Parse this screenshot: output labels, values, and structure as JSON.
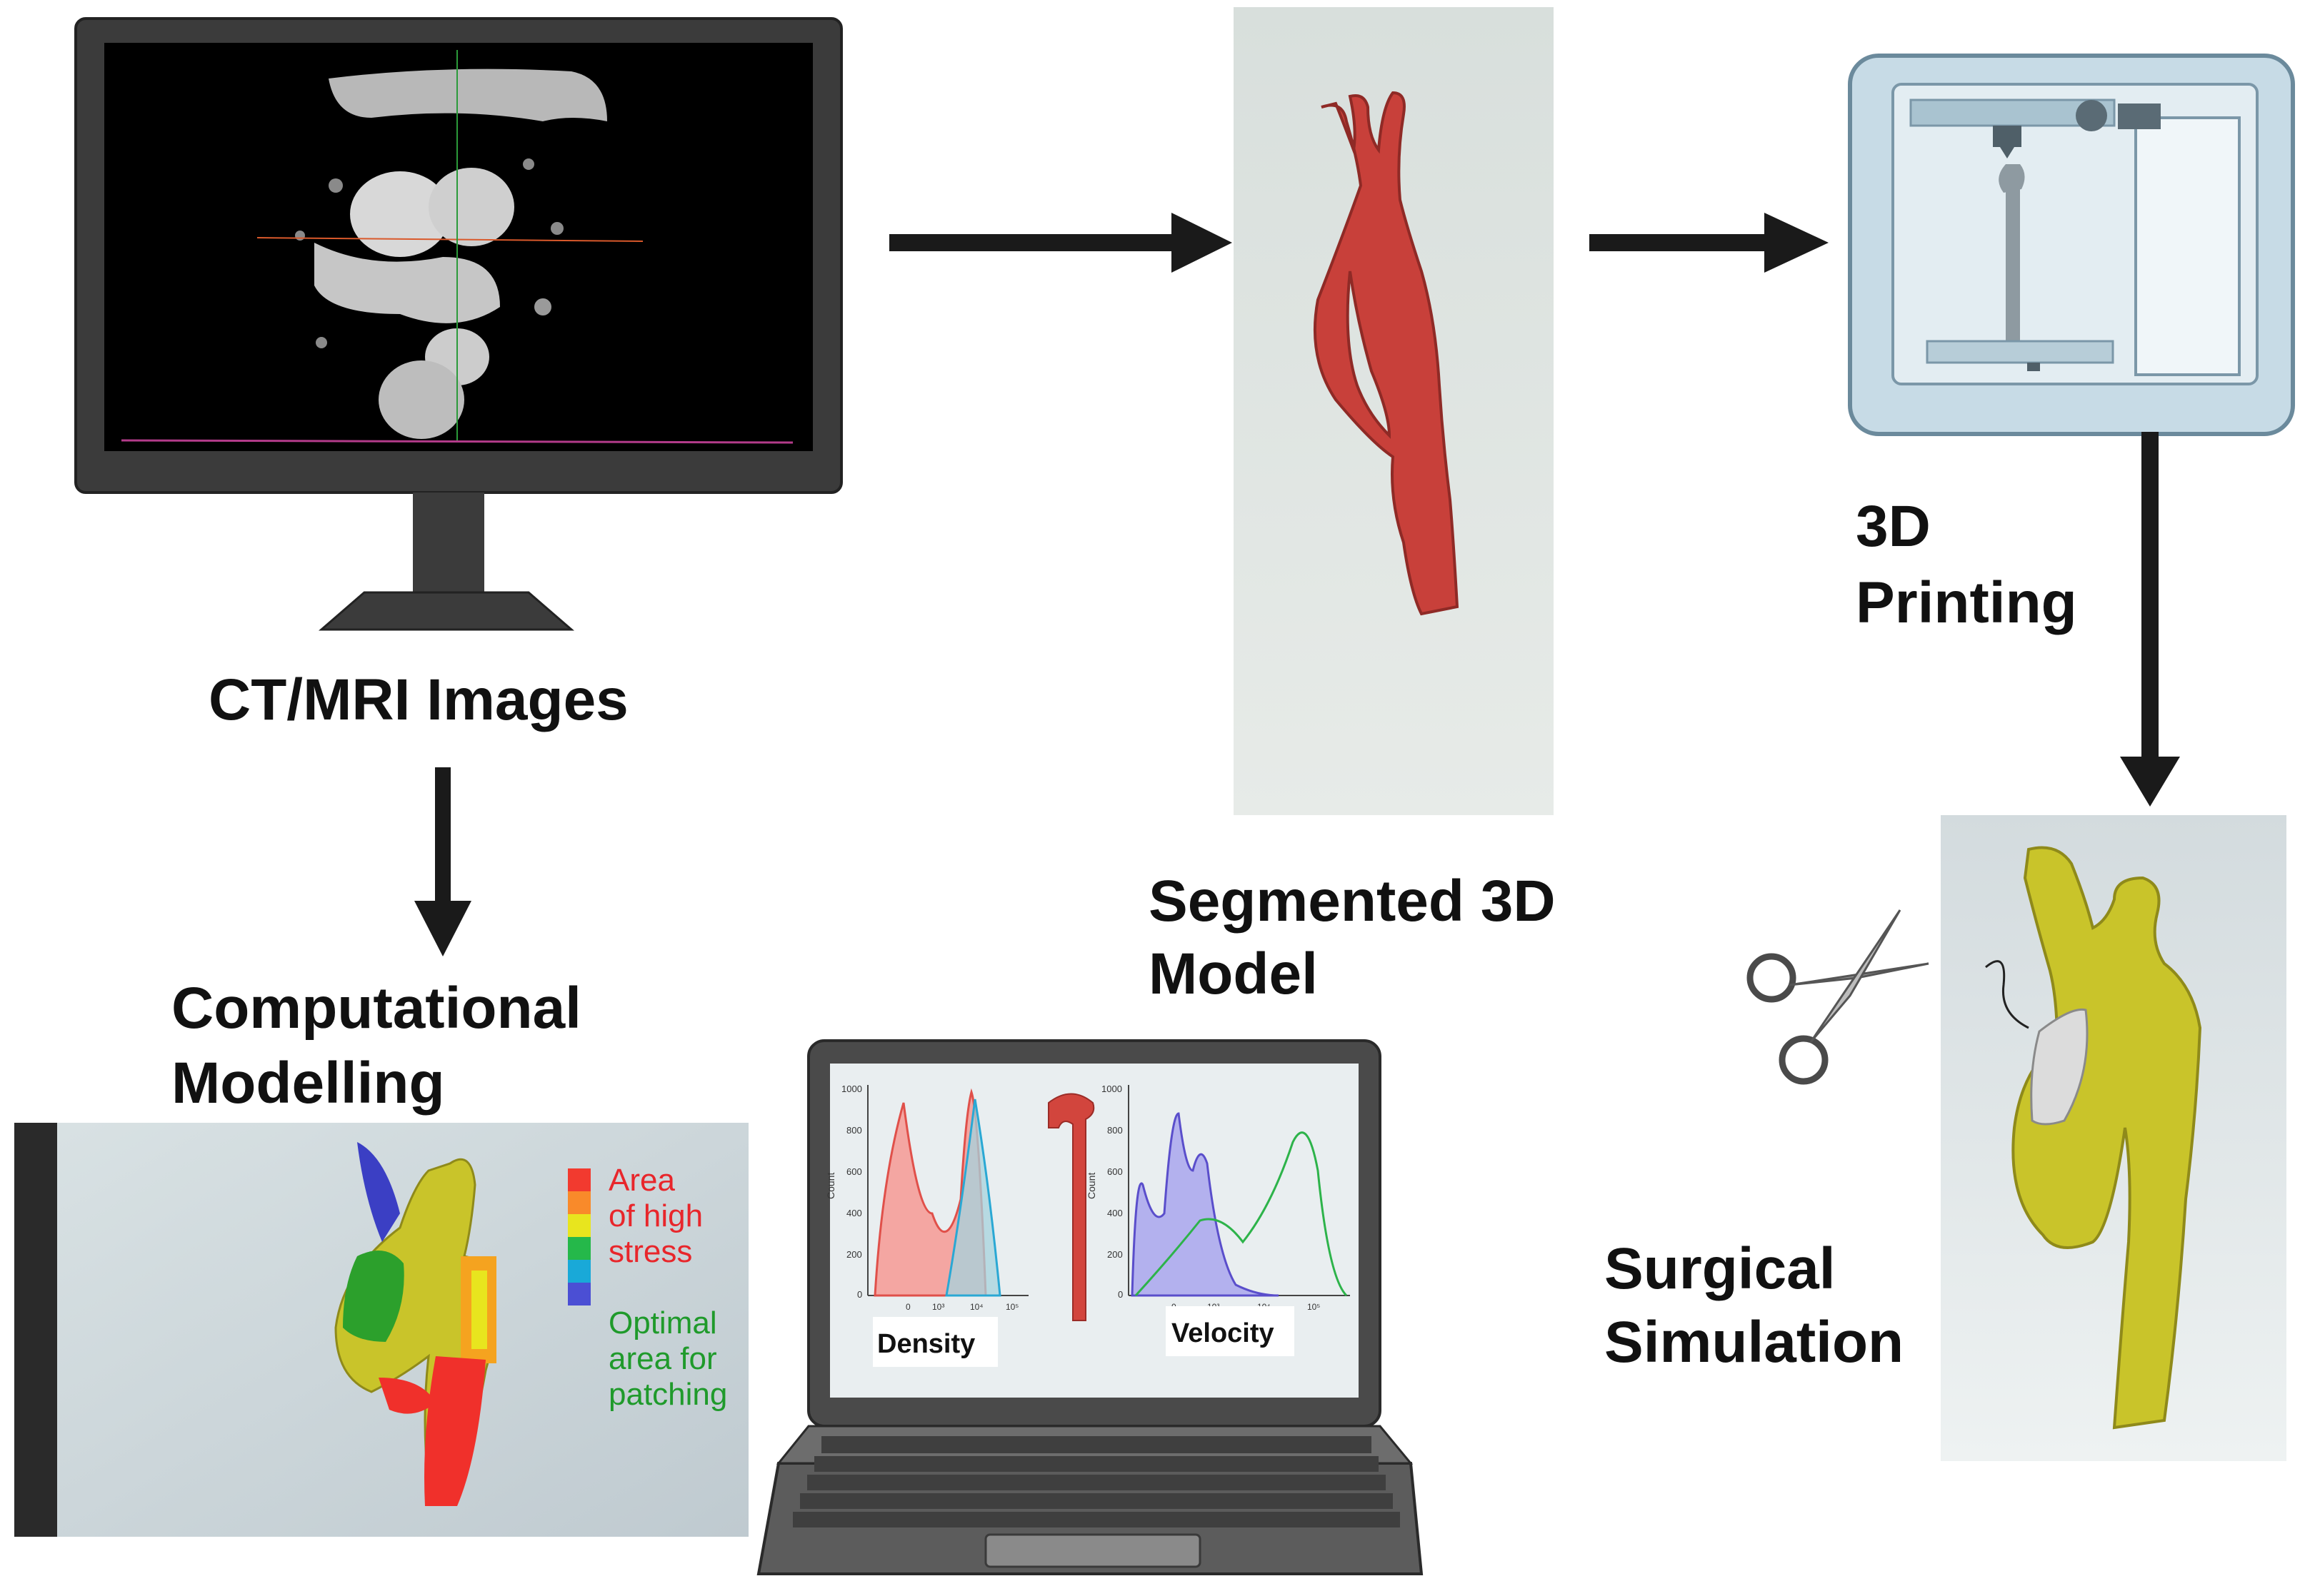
{
  "labels": {
    "ct_mri": "CT/MRI Images",
    "segmented_line1": "Segmented 3D",
    "segmented_line2": "Model",
    "printing_line1": "3D",
    "printing_line2": "Printing",
    "computational_line1": "Computational",
    "computational_line2": "Modelling",
    "surgical_line1": "Surgical",
    "surgical_line2": "Simulation"
  },
  "stress_legend": {
    "high_line1": "Area",
    "high_line2": "of high",
    "high_line3": "stress",
    "optimal_line1": "Optimal",
    "optimal_line2": "area for",
    "optimal_line3": "patching",
    "high_color": "#e8262b",
    "optimal_color": "#1f9a2b",
    "scale_colors": [
      "#f23a2f",
      "#f98a2a",
      "#e8e51e",
      "#25b84a",
      "#19a9d8",
      "#4b4fd4"
    ]
  },
  "laptop_charts": {
    "left_label": "Density",
    "right_label": "Velocity",
    "left_axis_label": "Count",
    "right_axis_label": "Count",
    "left_yticks": [
      "1000",
      "800",
      "600",
      "400",
      "200",
      "0"
    ],
    "right_yticks": [
      "1000",
      "800",
      "600",
      "400",
      "200",
      "0"
    ],
    "left_xticks": [
      "0",
      "10³",
      "10⁴",
      "10⁵"
    ],
    "right_xticks": [
      "0",
      "10³",
      "10⁴",
      "10⁵"
    ]
  },
  "colors": {
    "arrow": "#1a1a1a",
    "aorta_red": "#c8403a",
    "aorta_yellow": "#c9c42a",
    "monitor_frame": "#3b3b3b",
    "printer_body": "#c7dbe6"
  }
}
